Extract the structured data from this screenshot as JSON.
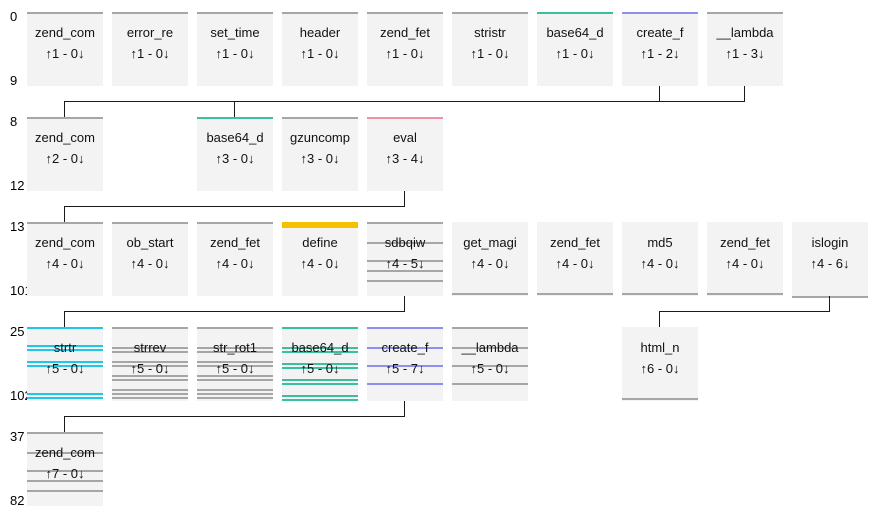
{
  "rows": [
    {
      "top_label": "0",
      "bottom_label": "9",
      "nodes": [
        {
          "name": "zend_com",
          "counts": "↑1 - 0↓",
          "accent": "gray",
          "stripes": 1
        },
        {
          "name": "error_re",
          "counts": "↑1 - 0↓",
          "accent": "gray",
          "stripes": 1
        },
        {
          "name": "set_time",
          "counts": "↑1 - 0↓",
          "accent": "gray",
          "stripes": 1
        },
        {
          "name": "header",
          "counts": "↑1 - 0↓",
          "accent": "gray",
          "stripes": 1
        },
        {
          "name": "zend_fet",
          "counts": "↑1 - 0↓",
          "accent": "gray",
          "stripes": 1
        },
        {
          "name": "stristr",
          "counts": "↑1 - 0↓",
          "accent": "gray",
          "stripes": 1
        },
        {
          "name": "base64_d",
          "counts": "↑1 - 0↓",
          "accent": "teal",
          "stripes": 1
        },
        {
          "name": "create_f",
          "counts": "↑1 - 2↓",
          "accent": "blue",
          "stripes": 1
        },
        {
          "name": "__lambda",
          "counts": "↑1 - 3↓",
          "accent": "gray",
          "stripes": 1
        }
      ]
    },
    {
      "top_label": "8",
      "bottom_label": "12",
      "nodes": [
        {
          "name": "zend_com",
          "counts": "↑2 - 0↓",
          "accent": "gray",
          "stripes": 1
        },
        {
          "name": "base64_d",
          "counts": "↑3 - 0↓",
          "accent": "teal",
          "stripes": 1
        },
        {
          "name": "gzuncomp",
          "counts": "↑3 - 0↓",
          "accent": "gray",
          "stripes": 1
        },
        {
          "name": "eval",
          "counts": "↑3 - 4↓",
          "accent": "pink",
          "stripes": 1
        }
      ]
    },
    {
      "top_label": "13",
      "bottom_label": "101",
      "nodes": [
        {
          "name": "zend_com",
          "counts": "↑4 - 0↓",
          "accent": "gray",
          "stripes": 1
        },
        {
          "name": "ob_start",
          "counts": "↑4 - 0↓",
          "accent": "gray",
          "stripes": 1
        },
        {
          "name": "zend_fet",
          "counts": "↑4 - 0↓",
          "accent": "gray",
          "stripes": 1
        },
        {
          "name": "define",
          "counts": "↑4 - 0↓",
          "accent": "yellow",
          "stripes": 1
        },
        {
          "name": "sdbqiw",
          "counts": "↑4 - 5↓",
          "accent": "gray",
          "stripes": 4
        },
        {
          "name": "get_magi",
          "counts": "↑4 - 0↓",
          "accent": "gray",
          "stripes": 1
        },
        {
          "name": "zend_fet",
          "counts": "↑4 - 0↓",
          "accent": "gray",
          "stripes": 1
        },
        {
          "name": "md5",
          "counts": "↑4 - 0↓",
          "accent": "gray",
          "stripes": 1
        },
        {
          "name": "zend_fet",
          "counts": "↑4 - 0↓",
          "accent": "gray",
          "stripes": 1
        },
        {
          "name": "islogin",
          "counts": "↑4 - 6↓",
          "accent": "gray",
          "stripes": 1
        }
      ]
    },
    {
      "top_label": "25",
      "bottom_label": "102",
      "nodes": [
        {
          "name": "strtr",
          "counts": "↑5 - 0↓",
          "accent": "cyan",
          "stripes": 6
        },
        {
          "name": "strrev",
          "counts": "↑5 - 0↓",
          "accent": "gray",
          "stripes": 9
        },
        {
          "name": "str_rot1",
          "counts": "↑5 - 0↓",
          "accent": "gray",
          "stripes": 9
        },
        {
          "name": "base64_d",
          "counts": "↑5 - 0↓",
          "accent": "teal",
          "stripes": 8
        },
        {
          "name": "create_f",
          "counts": "↑5 - 7↓",
          "accent": "blue",
          "stripes": 3
        },
        {
          "name": "__lambda",
          "counts": "↑5 - 0↓",
          "accent": "gray",
          "stripes": 3
        },
        {
          "name": "html_n",
          "counts": "↑6 - 0↓",
          "accent": "gray",
          "stripes": 1
        }
      ]
    },
    {
      "top_label": "37",
      "bottom_label": "82",
      "nodes": [
        {
          "name": "zend_com",
          "counts": "↑7 - 0↓",
          "accent": "gray",
          "stripes": 4
        }
      ]
    }
  ],
  "edges": [
    {
      "from": "0-7",
      "to": "1-0"
    },
    {
      "from": "0-8",
      "to": "1-1"
    },
    {
      "from": "1-3",
      "to": "2-0"
    },
    {
      "from": "2-4",
      "to": "3-0"
    },
    {
      "from": "2-9",
      "to": "3-6"
    },
    {
      "from": "3-4",
      "to": "4-0"
    }
  ],
  "colors": {
    "gray": "#a6a6a6",
    "teal": "#3bbf9e",
    "blue": "#8f8ff0",
    "pink": "#f08fa6",
    "yellow": "#f5c000",
    "cyan": "#22c7e8",
    "node_bg": "#f3f3f3",
    "connector": "#1a1a1a"
  }
}
